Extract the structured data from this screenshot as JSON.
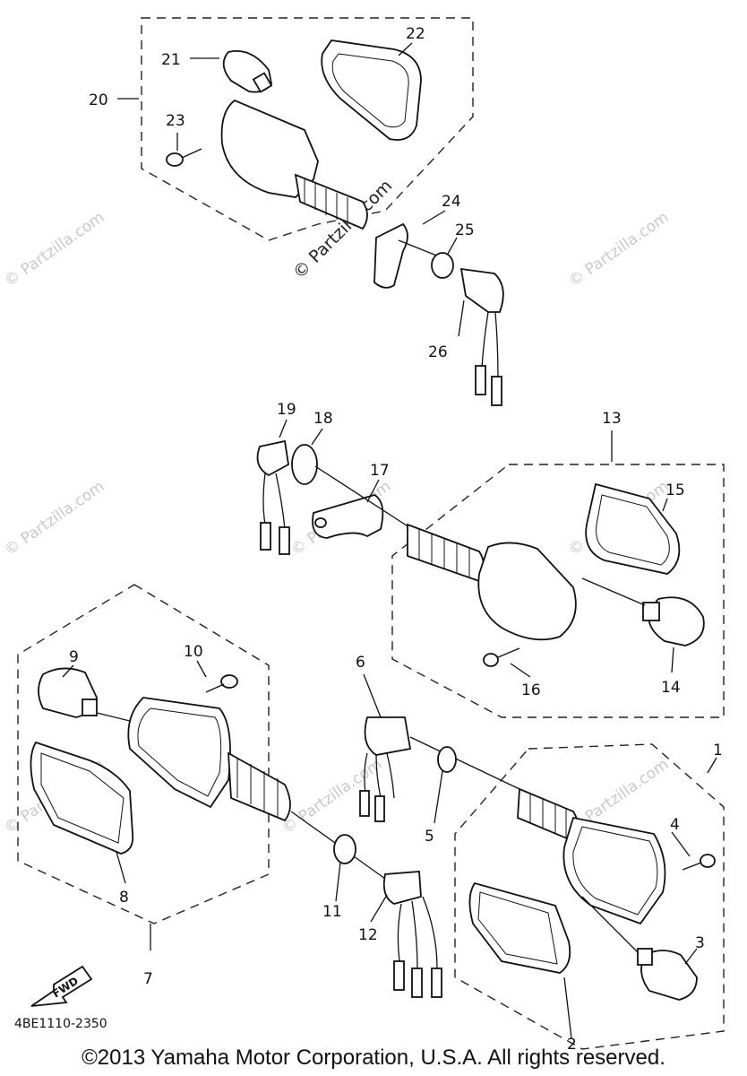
{
  "diagram": {
    "callouts": [
      "1",
      "2",
      "3",
      "4",
      "5",
      "6",
      "7",
      "8",
      "9",
      "10",
      "11",
      "12",
      "13",
      "14",
      "15",
      "16",
      "17",
      "18",
      "19",
      "20",
      "21",
      "22",
      "23",
      "24",
      "25",
      "26"
    ],
    "part_code": "4BE1110-2350",
    "fwd_label": "FWD",
    "watermark_text": "© Partzilla.com",
    "watermark_center": "© Partzilla.com"
  },
  "footer": {
    "copyright": "©2013 Yamaha Motor Corporation, U.S.A. All rights reserved."
  }
}
